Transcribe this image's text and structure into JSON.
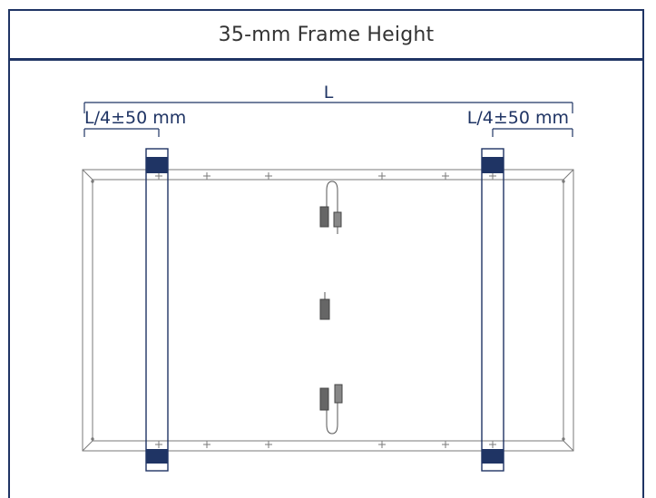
{
  "title": "35-mm Frame Height",
  "dimensions": {
    "overall_length": "L",
    "left_offset": "L/4±50 mm",
    "right_offset": "L/4±50 mm"
  },
  "colors": {
    "border": "#1f3464",
    "accent": "#1f3464",
    "line": "#7a7a7a"
  },
  "icons": [
    "solar-panel-frame",
    "mounting-rail",
    "junction-box",
    "mc4-connector"
  ]
}
